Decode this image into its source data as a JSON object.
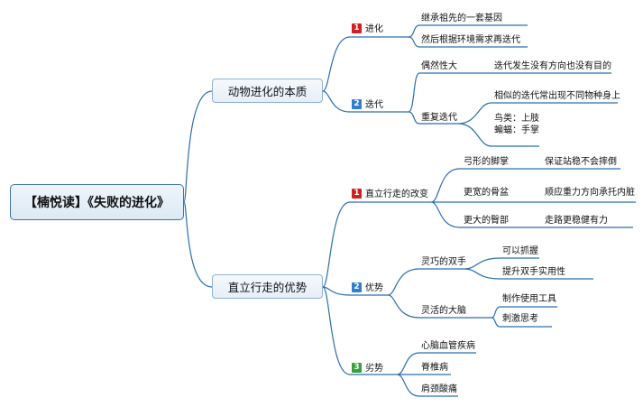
{
  "root": "【楠悦读】《失败的进化》",
  "branches": [
    {
      "label": "动物进化的本质",
      "subs": [
        {
          "num": "1",
          "label": "进化",
          "items": [
            "继承祖先的一套基因",
            "然后根据环境需求再迭代"
          ]
        },
        {
          "num": "2",
          "label": "迭代",
          "items": [
            {
              "label": "偶然性大",
              "detail": "迭代发生没有方向也没有目的"
            },
            {
              "label": "重复迭代",
              "details": [
                "相似的迭代常出现不同物种身上",
                "鸟类：上肢",
                "蝙蝠：手掌"
              ]
            }
          ]
        }
      ]
    },
    {
      "label": "直立行走的优势",
      "subs": [
        {
          "num": "1",
          "label": "直立行走的改变",
          "items": [
            {
              "label": "弓形的脚掌",
              "detail": "保证站稳不会摔倒"
            },
            {
              "label": "更宽的骨盆",
              "detail": "顺应重力方向承托内脏"
            },
            {
              "label": "更大的臀部",
              "detail": "走路更稳健有力"
            }
          ]
        },
        {
          "num": "2",
          "label": "优势",
          "items": [
            {
              "label": "灵巧的双手",
              "details": [
                "可以抓握",
                "提升双手实用性"
              ]
            },
            {
              "label": "灵活的大脑",
              "details": [
                "制作使用工具",
                "刺激思考"
              ]
            }
          ]
        },
        {
          "num": "3",
          "label": "劣势",
          "items": [
            "心脑血管疾病",
            "脊椎病",
            "肩颈酸痛"
          ]
        }
      ]
    }
  ],
  "colors": {
    "line": "#2a6fb0",
    "badge_red": "#d01f1f",
    "badge_blue": "#2f7fd0",
    "badge_green": "#36a03c"
  }
}
